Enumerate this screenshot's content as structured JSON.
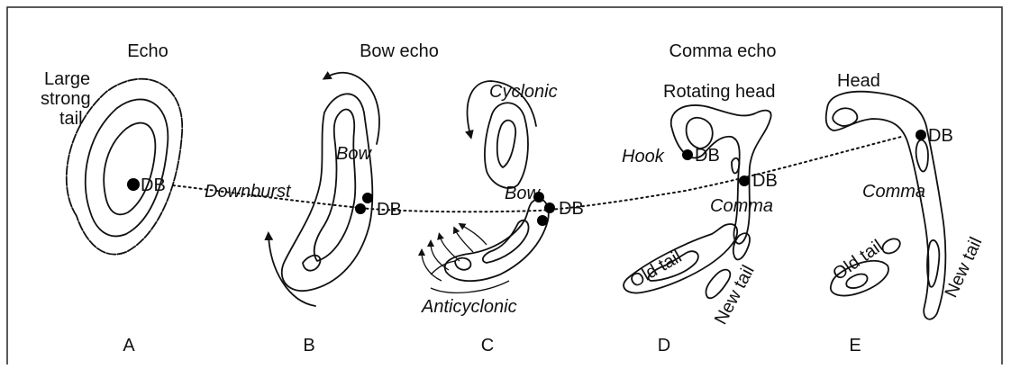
{
  "headings": {
    "echo": "Echo",
    "bow_echo": "Bow echo",
    "comma_echo": "Comma echo"
  },
  "panels": {
    "a": {
      "letter": "A",
      "label_large": "Large",
      "label_strong": "strong",
      "label_tail": "tail",
      "db": "DB",
      "downburst": "Downburst"
    },
    "b": {
      "letter": "B",
      "bow": "Bow",
      "db": "DB"
    },
    "c": {
      "letter": "C",
      "cyclonic": "Cyclonic",
      "bow": "Bow",
      "anticyclonic": "Anticyclonic",
      "db": "DB"
    },
    "d": {
      "letter": "D",
      "rotating_head": "Rotating head",
      "hook": "Hook",
      "db_hook": "DB",
      "db": "DB",
      "comma": "Comma",
      "old_tail": "Old tail",
      "new_tail": "New tail"
    },
    "e": {
      "letter": "E",
      "head": "Head",
      "db": "DB",
      "comma": "Comma",
      "old_tail": "Old tail",
      "new_tail": "New tail"
    }
  },
  "colors": {
    "ink": "#111111",
    "background": "#ffffff",
    "frame": "#222222"
  }
}
